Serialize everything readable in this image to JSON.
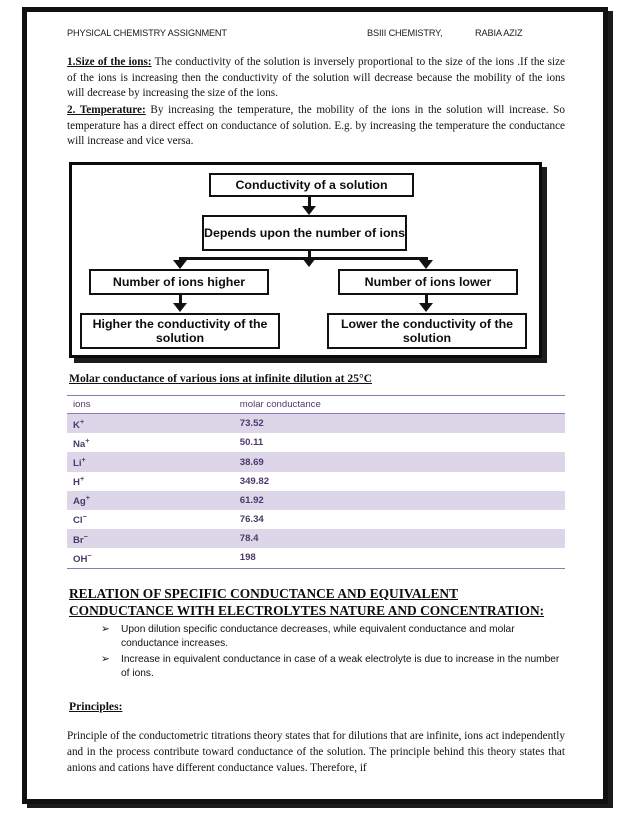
{
  "header": {
    "left": "PHYSICAL CHEMISTRY ASSIGNMENT",
    "middle": "BSIII CHEMISTRY,",
    "right": "RABIA AZIZ"
  },
  "body": {
    "p1_lead": "1.Size of the ions:",
    "p1_text": " The conductivity of the solution is inversely proportional to the size of the ions .If the size of the ions is increasing then the conductivity of the solution will decrease because the mobility of the ions will decrease by increasing the size of the ions.",
    "p2_lead": "2. Temperature:",
    "p2_text": " By increasing the temperature, the mobility of the ions in the solution will increase. So temperature has a direct effect on conductance of solution. E.g. by increasing the temperature the conductance will increase and vice versa."
  },
  "flowchart": {
    "nodes": {
      "top": "Conductivity of a solution",
      "depends": "Depends upon the number of ions",
      "ions_higher": "Number of ions higher",
      "ions_lower": "Number of ions lower",
      "higher_conductivity": "Higher the conductivity of the solution",
      "lower_conductivity": "Lower the conductivity of the solution"
    }
  },
  "table": {
    "title": "Molar conductance of various ions at infinite dilution at 25°C",
    "columns": [
      "ions",
      "molar conductance"
    ],
    "rows": [
      {
        "ion": "K",
        "charge": "+",
        "value": "73.52"
      },
      {
        "ion": "Na",
        "charge": "+",
        "value": "50.11"
      },
      {
        "ion": "Li",
        "charge": "+",
        "value": "38.69"
      },
      {
        "ion": "H",
        "charge": "+",
        "value": "349.82"
      },
      {
        "ion": "Ag",
        "charge": "+",
        "value": "61.92"
      },
      {
        "ion": "Cl",
        "charge": "−",
        "value": "76.34"
      },
      {
        "ion": "Br",
        "charge": "−",
        "value": "78.4"
      },
      {
        "ion": "OH",
        "charge": "−",
        "value": "198"
      }
    ],
    "colors": {
      "text": "#4b3a6b",
      "shade": "#dcd6e8",
      "rule": "#8f78b8"
    }
  },
  "section": {
    "heading_line1": "RELATION OF SPECIFIC CONDUCTANCE AND EQUIVALENT",
    "heading_line2": "CONDUCTANCE WITH ELECTROLYTES NATURE AND CONCENTRATION:",
    "bullet_glyph": "➢",
    "bullets": [
      "Upon dilution specific conductance decreases, while equivalent conductance and molar conductance increases.",
      "Increase in equivalent conductance in case of a weak electrolyte is due to increase in the number of ions."
    ]
  },
  "principles": {
    "title": "Principles:",
    "text": "Principle of the conductometric titrations theory states that for dilutions that are infinite, ions act independently and in the process contribute toward conductance of the solution. The principle behind this theory states that anions and cations have different conductance values. Therefore, if"
  }
}
